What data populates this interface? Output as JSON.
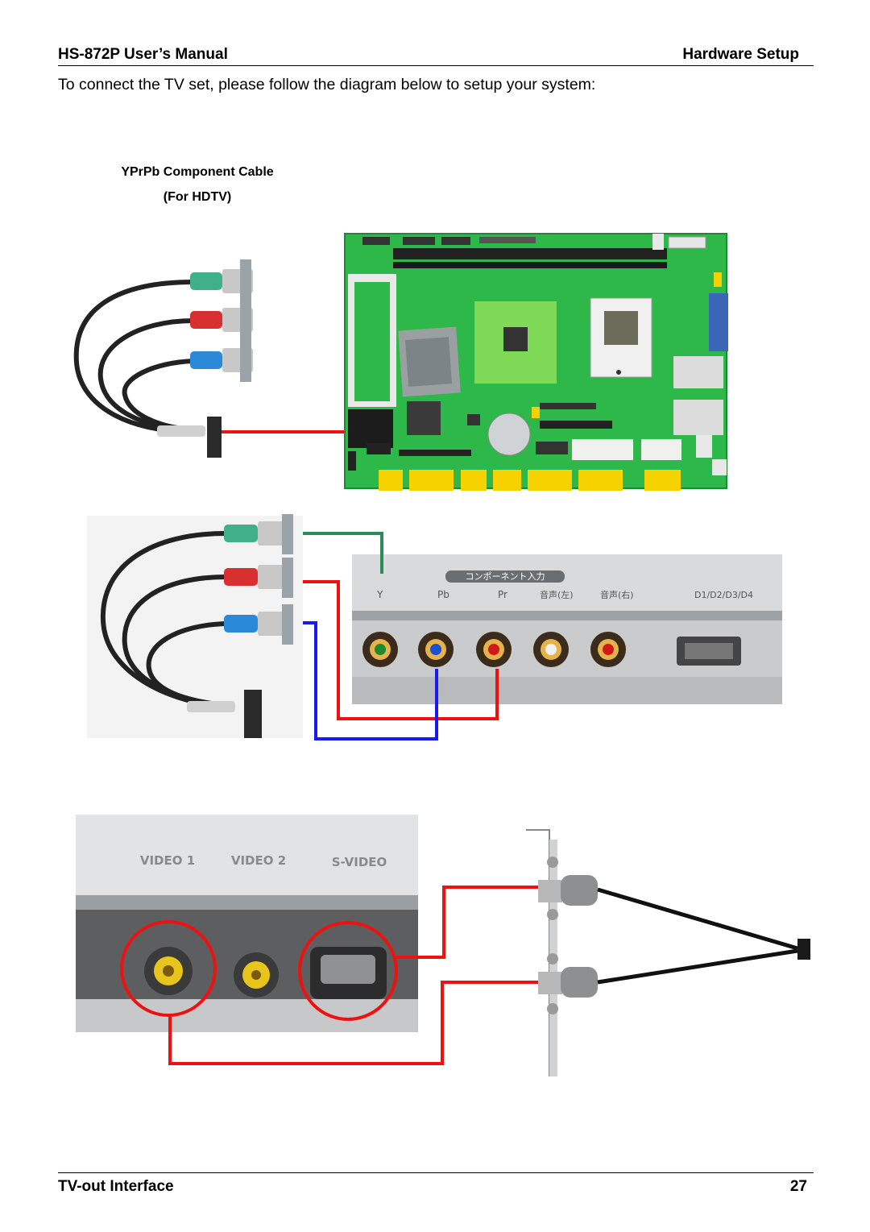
{
  "header": {
    "left": "HS-872P User’s Manual",
    "right": "Hardware Setup"
  },
  "intro": "To connect the TV set, please follow the diagram below to setup your system:",
  "caption": {
    "line1": "YPrPb Component Cable",
    "line2": "(For HDTV)"
  },
  "tv_panel1": {
    "labels": [
      "Y",
      "Pb",
      "Pr",
      "音声(左)",
      "音声(右)",
      "D1/D2/D3/D4"
    ],
    "banner": "コンポーネント入力"
  },
  "tv_panel2": {
    "labels": [
      "VIDEO 1",
      "VIDEO 2",
      "S-VIDEO"
    ]
  },
  "colors": {
    "red": "#ee1111",
    "green": "#2e8b57",
    "blue": "#1a1aee",
    "pcb": "#2fb84a"
  },
  "footer": {
    "left": "TV-out Interface",
    "right": "27"
  }
}
